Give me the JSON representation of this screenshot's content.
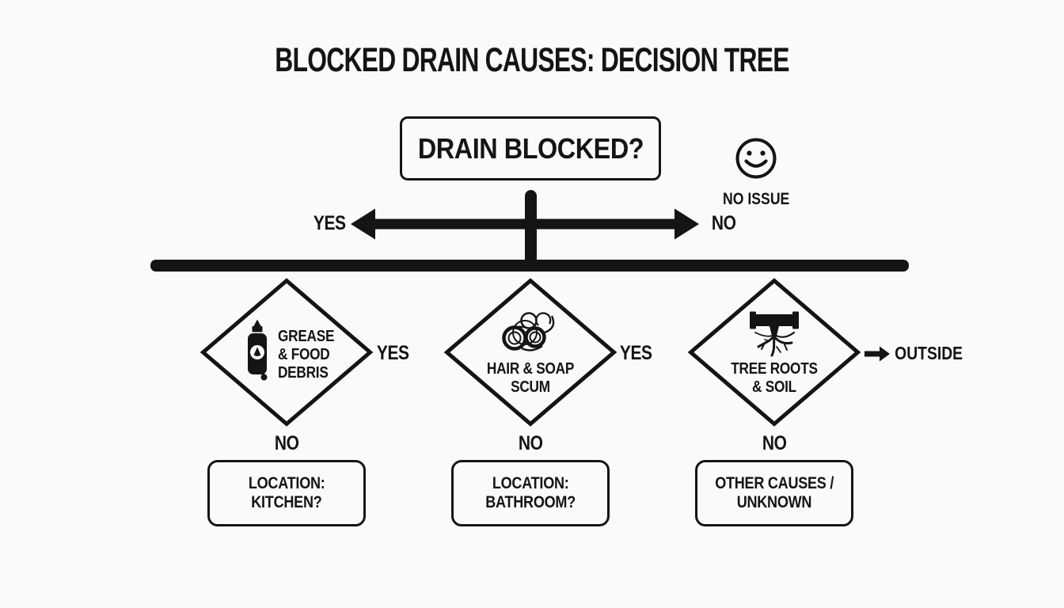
{
  "diagram": {
    "title": "BLOCKED DRAIN CAUSES: DECISION TREE",
    "root": {
      "question": "DRAIN BLOCKED?",
      "yes_label": "YES",
      "no_label": "NO",
      "no_outcome": {
        "icon": "smiley-face",
        "label": "NO ISSUE"
      }
    },
    "branches": [
      {
        "icon": "sauce-bottle",
        "cause_lines": [
          "GREASE",
          "& FOOD",
          "DEBRIS"
        ],
        "yes_label": "YES",
        "no_label": "NO",
        "next_lines": [
          "LOCATION:",
          "KITCHEN?"
        ]
      },
      {
        "icon": "hair-coil",
        "cause_lines": [
          "HAIR & SOAP",
          "SCUM"
        ],
        "yes_label": "YES",
        "no_label": "NO",
        "next_lines": [
          "LOCATION:",
          "BATHROOM?"
        ]
      },
      {
        "icon": "pipe-tree-roots",
        "cause_lines": [
          "TREE ROOTS",
          "& SOIL"
        ],
        "yes_label": "OUTSIDE",
        "no_label": "NO",
        "next_lines": [
          "OTHER CAUSES /",
          "UNKNOWN"
        ]
      }
    ],
    "colors": {
      "ink": "#141414",
      "background": "#fafafa"
    }
  }
}
